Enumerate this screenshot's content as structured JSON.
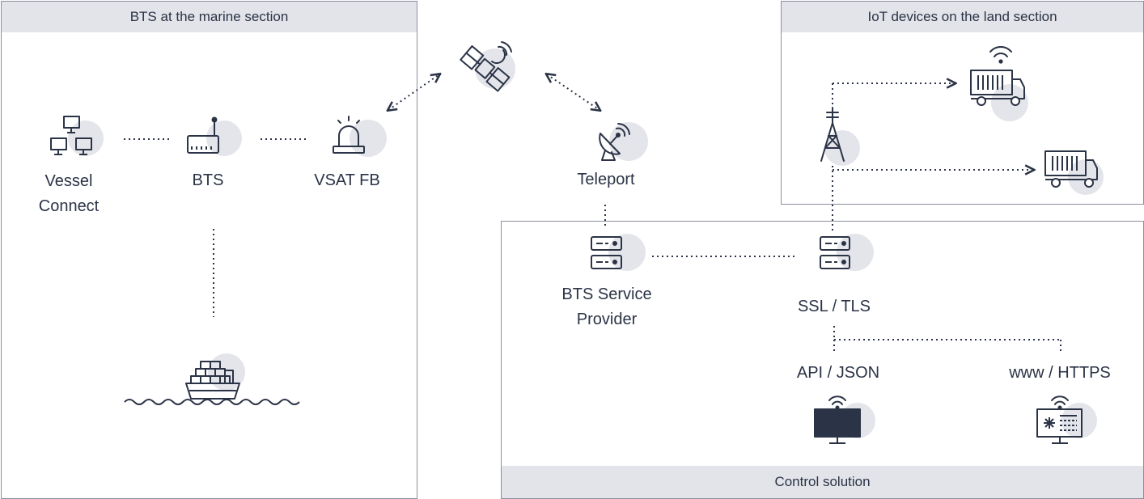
{
  "panels": {
    "marine": {
      "title": "BTS at the marine section"
    },
    "land": {
      "title": "IoT devices on the land section"
    },
    "control": {
      "title": "Control solution"
    }
  },
  "nodes": {
    "vessel_connect": {
      "line1": "Vessel",
      "line2": "Connect"
    },
    "bts": {
      "label": "BTS"
    },
    "vsat_fb": {
      "label": "VSAT FB"
    },
    "teleport": {
      "label": "Teleport"
    },
    "bts_service_provider": {
      "line1": "BTS Service",
      "line2": "Provider"
    },
    "ssl_tls": {
      "label": "SSL / TLS"
    },
    "api_json": {
      "label": "API / JSON"
    },
    "www_https": {
      "label": "www / HTTPS"
    }
  },
  "colors": {
    "ink": "#2b3346",
    "circle": "#e3e5ea",
    "header": "#e2e4e9",
    "border": "#8a8f9c"
  },
  "icons": [
    "computers-icon",
    "router-icon",
    "siren-icon",
    "satellite-icon",
    "satellite-dish-icon",
    "server-icon",
    "cell-tower-icon",
    "truck-icon",
    "wifi-icon",
    "monitor-icon",
    "dashboard-monitor-icon",
    "cargo-ship-icon"
  ]
}
